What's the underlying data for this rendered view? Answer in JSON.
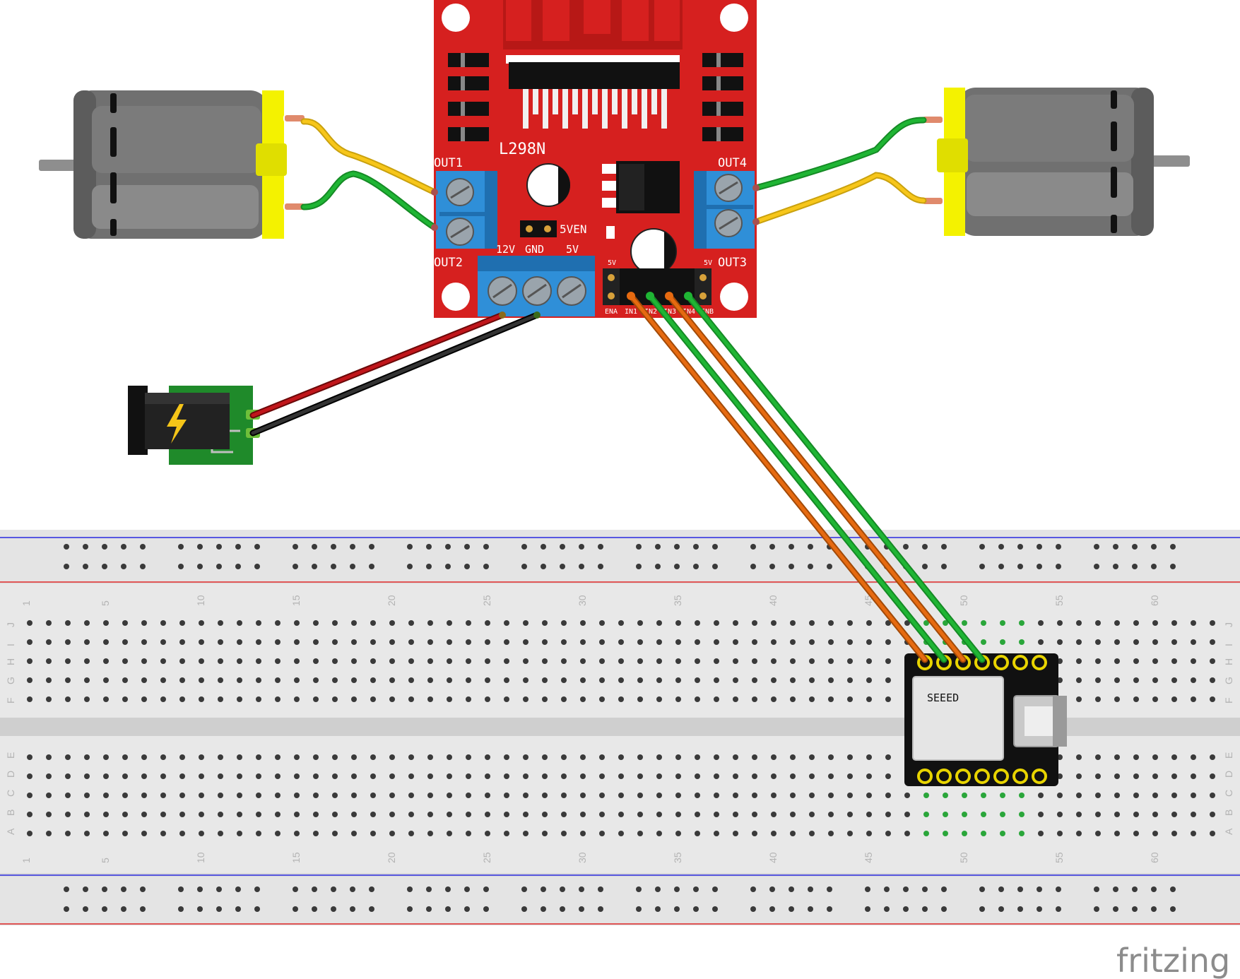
{
  "driver": {
    "chip_label": "L298N",
    "out1": "OUT1",
    "out2": "OUT2",
    "out3": "OUT3",
    "out4": "OUT4",
    "v12": "12V",
    "gnd": "GND",
    "v5": "5V",
    "en5v": "5VEN",
    "pin_5v_left": "5V",
    "pin_5v_right": "5V",
    "pin_ena": "ENA",
    "pin_in1": "IN1",
    "pin_in2": "IN2",
    "pin_in3": "IN3",
    "pin_in4": "IN4",
    "pin_enb": "ENB"
  },
  "microcontroller": {
    "label": "SEEED"
  },
  "breadboard": {
    "column_numbers": [
      "1",
      "5",
      "10",
      "15",
      "20",
      "25",
      "30",
      "35",
      "40",
      "45",
      "50",
      "55",
      "60"
    ],
    "rows_top": [
      "J",
      "I",
      "H",
      "G",
      "F"
    ],
    "rows_bottom": [
      "E",
      "D",
      "C",
      "B",
      "A"
    ]
  },
  "brand": {
    "text": "fritzing"
  },
  "colors": {
    "pcb_red": "#d6201f",
    "terminal_blue": "#2f8fd8",
    "wire_red": "#b01010",
    "wire_black": "#222222",
    "wire_green": "#1fb534",
    "wire_orange": "#e66a10",
    "wire_yellow": "#f7c61a",
    "motor_grey": "#6f6f6f",
    "motor_cap": "#f4f200"
  }
}
